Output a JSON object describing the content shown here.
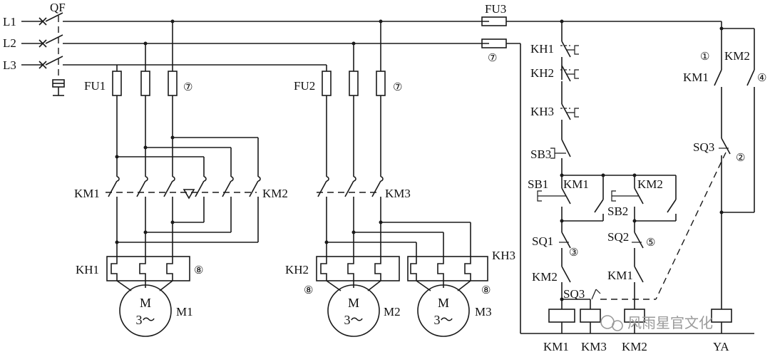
{
  "supply": {
    "l1": "L1",
    "l2": "L2",
    "l3": "L3",
    "breaker": "QF"
  },
  "fuses": {
    "fu1": "FU1",
    "fu2": "FU2",
    "fu3": "FU3"
  },
  "contactors": {
    "km1": "KM1",
    "km2": "KM2",
    "km3": "KM3"
  },
  "overloads": {
    "kh1": "KH1",
    "kh2": "KH2",
    "kh3": "KH3"
  },
  "motors": {
    "m_letter": "M",
    "phase": "3～",
    "m1": "M1",
    "m2": "M2",
    "m3": "M3"
  },
  "buttons": {
    "sb1": "SB1",
    "sb2": "SB2",
    "sb3": "SB3"
  },
  "limit_switches": {
    "sq1": "SQ1",
    "sq2": "SQ2",
    "sq3": "SQ3"
  },
  "solenoid": "YA",
  "marks": {
    "c1": "①",
    "c2": "②",
    "c3": "③",
    "c4": "④",
    "c5": "⑤",
    "c7": "⑦",
    "c8": "⑧"
  },
  "watermark": "风雨星官文化"
}
